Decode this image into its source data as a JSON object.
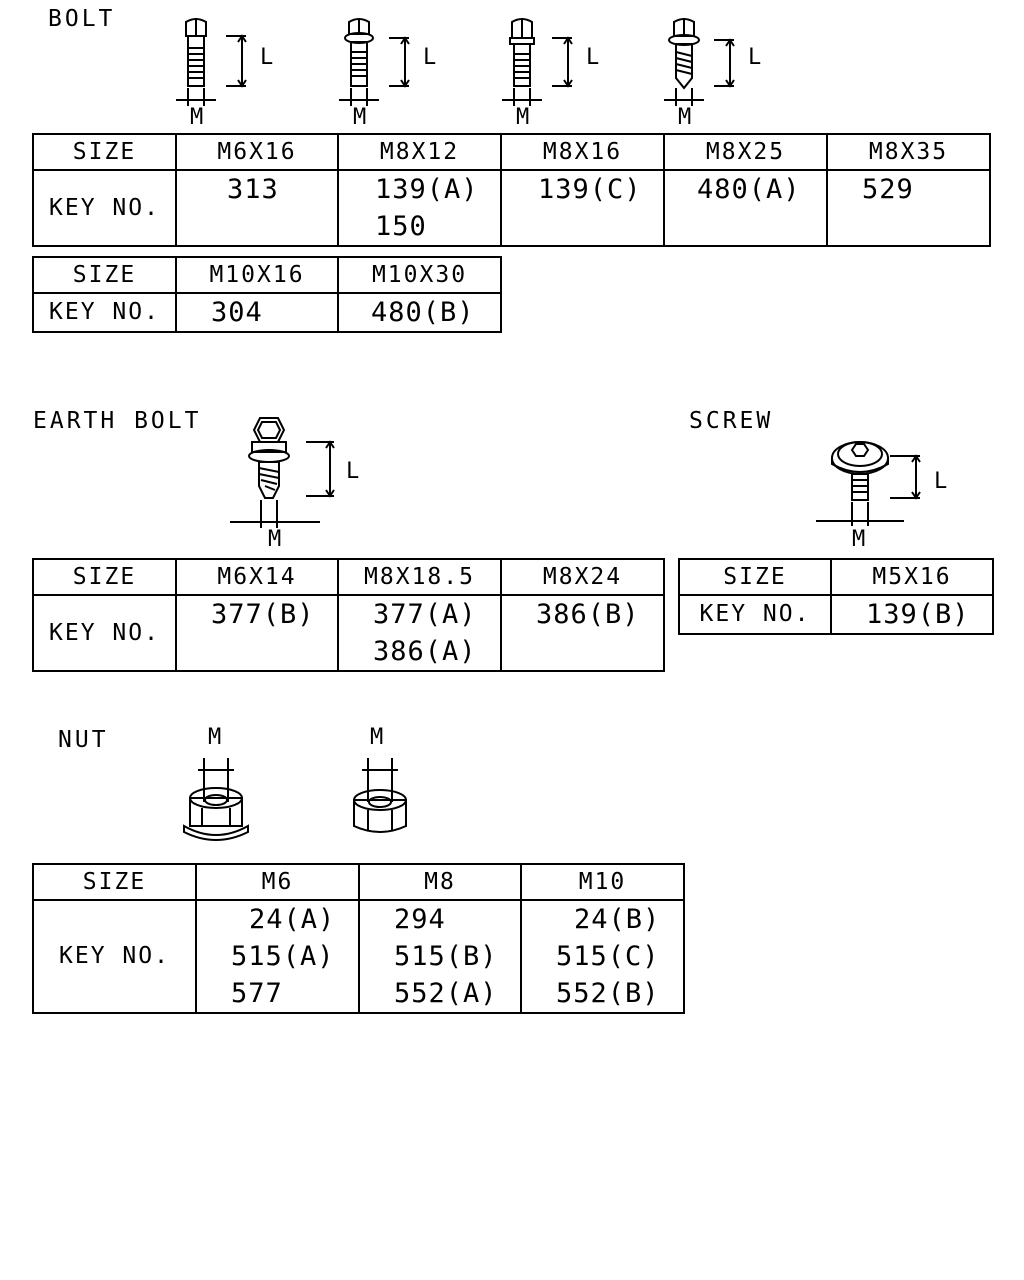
{
  "bolt": {
    "label": "BOLT",
    "dim_l": "L",
    "dim_m": "M",
    "table1": {
      "size_header": "SIZE",
      "key_header": "KEY NO.",
      "sizes": [
        "M6X16",
        "M8X12",
        "M8X16",
        "M8X25",
        "M8X35"
      ],
      "keys": [
        [
          "313"
        ],
        [
          "139(A)",
          "150"
        ],
        [
          "139(C)"
        ],
        [
          "480(A)"
        ],
        [
          "529"
        ]
      ]
    },
    "table2": {
      "size_header": "SIZE",
      "key_header": "KEY NO.",
      "sizes": [
        "M10X16",
        "M10X30"
      ],
      "keys": [
        [
          "304"
        ],
        [
          "480(B)"
        ]
      ]
    }
  },
  "earth_bolt": {
    "label": "EARTH BOLT",
    "dim_l": "L",
    "dim_m": "M",
    "table": {
      "size_header": "SIZE",
      "key_header": "KEY NO.",
      "sizes": [
        "M6X14",
        "M8X18.5",
        "M8X24"
      ],
      "keys": [
        [
          "377(B)"
        ],
        [
          "377(A)",
          "386(A)"
        ],
        [
          "386(B)"
        ]
      ]
    }
  },
  "screw": {
    "label": "SCREW",
    "dim_l": "L",
    "dim_m": "M",
    "table": {
      "size_header": "SIZE",
      "key_header": "KEY NO.",
      "sizes": [
        "M5X16"
      ],
      "keys": [
        [
          "139(B)"
        ]
      ]
    }
  },
  "nut": {
    "label": "NUT",
    "dim_m": "M",
    "table": {
      "size_header": "SIZE",
      "key_header": "KEY NO.",
      "sizes": [
        "M6",
        "M8",
        "M10"
      ],
      "keys": [
        [
          "24(A)",
          "515(A)",
          "577"
        ],
        [
          "294",
          "515(B)",
          "552(A)"
        ],
        [
          "24(B)",
          "515(C)",
          "552(B)"
        ]
      ]
    }
  }
}
